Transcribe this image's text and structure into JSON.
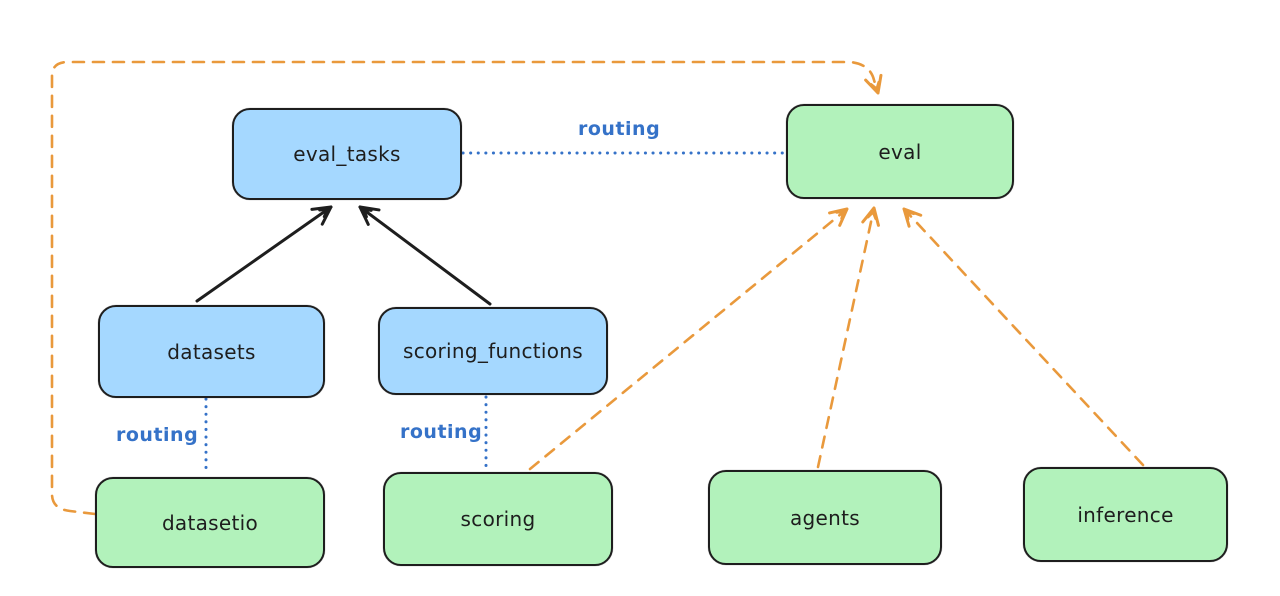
{
  "diagram": {
    "background": "#ffffff",
    "colors": {
      "blue_fill": "#a5d8ff",
      "green_fill": "#b2f2bb",
      "node_stroke": "#1e1e1e",
      "orange": "#e9993c",
      "routing_blue": "#3572c8"
    },
    "nodes": {
      "eval_tasks": {
        "label": "eval_tasks",
        "color": "blue"
      },
      "eval": {
        "label": "eval",
        "color": "green"
      },
      "datasets": {
        "label": "datasets",
        "color": "blue"
      },
      "scoring_functions": {
        "label": "scoring_functions",
        "color": "blue"
      },
      "datasetio": {
        "label": "datasetio",
        "color": "green"
      },
      "scoring": {
        "label": "scoring",
        "color": "green"
      },
      "agents": {
        "label": "agents",
        "color": "green"
      },
      "inference": {
        "label": "inference",
        "color": "green"
      }
    },
    "edge_labels": {
      "eval_tasks_eval": "routing",
      "datasets_datasetio": "routing",
      "scoring_functions_scoring": "routing"
    },
    "edges": [
      {
        "from": "datasets",
        "to": "eval_tasks",
        "style": "solid",
        "color": "black",
        "arrow": "end"
      },
      {
        "from": "scoring_functions",
        "to": "eval_tasks",
        "style": "solid",
        "color": "black",
        "arrow": "end"
      },
      {
        "from": "eval_tasks",
        "to": "eval",
        "style": "dotted",
        "color": "blue",
        "label": "routing",
        "arrow": "none"
      },
      {
        "from": "datasets",
        "to": "datasetio",
        "style": "dotted",
        "color": "blue",
        "label": "routing",
        "arrow": "none"
      },
      {
        "from": "scoring_functions",
        "to": "scoring",
        "style": "dotted",
        "color": "blue",
        "label": "routing",
        "arrow": "none"
      },
      {
        "from": "datasetio",
        "to": "eval",
        "style": "dashed",
        "color": "orange",
        "arrow": "end",
        "route": "left-top-loop"
      },
      {
        "from": "scoring",
        "to": "eval",
        "style": "dashed",
        "color": "orange",
        "arrow": "end"
      },
      {
        "from": "agents",
        "to": "eval",
        "style": "dashed",
        "color": "orange",
        "arrow": "end"
      },
      {
        "from": "inference",
        "to": "eval",
        "style": "dashed",
        "color": "orange",
        "arrow": "end"
      }
    ]
  }
}
